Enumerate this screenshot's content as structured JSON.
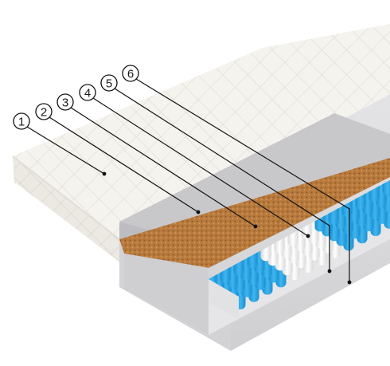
{
  "callouts": [
    {
      "label": "1"
    },
    {
      "label": "2"
    },
    {
      "label": "3"
    },
    {
      "label": "4"
    },
    {
      "label": "5"
    },
    {
      "label": "6"
    }
  ],
  "colors": {
    "background": "#ffffff",
    "cover": "#f4f3ee",
    "cover_quilt": "#dcdad2",
    "foam": "#c9c9cb",
    "coir": "#b8793c",
    "spring_white": "#f2f2f2",
    "spring_blue": "#2ba7e6",
    "base_foam": "#d6d6d8",
    "leader_line": "#111111"
  },
  "icons": {
    "callout_marker": "circled-number-icon",
    "leader_dot": "dot-icon"
  }
}
